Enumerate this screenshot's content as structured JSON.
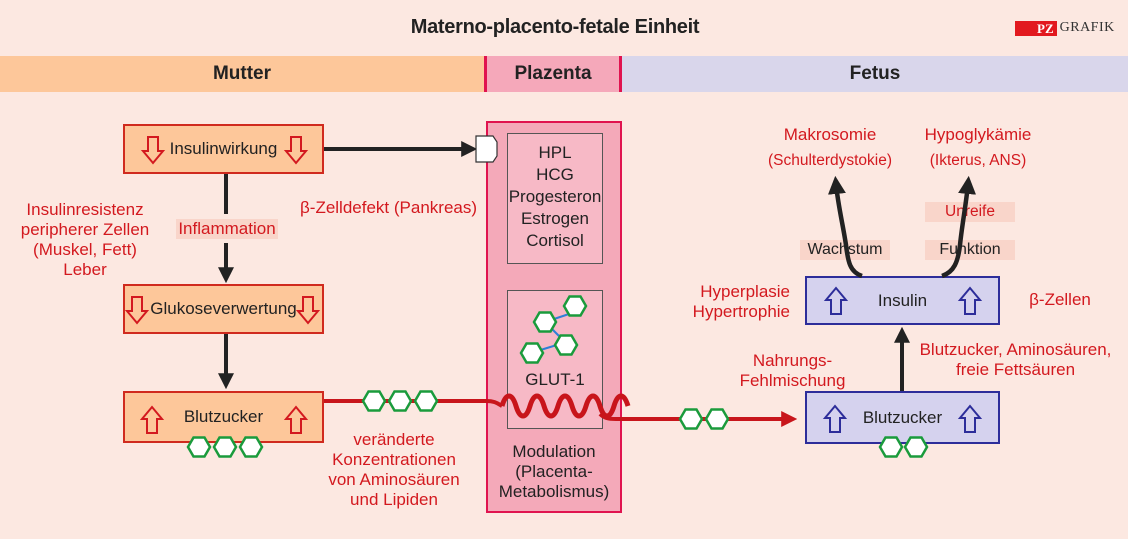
{
  "title": "Materno-placento-fetale Einheit",
  "logo": {
    "mark": "PZ",
    "text": "GRAFIK"
  },
  "columns": {
    "mother": "Mutter",
    "placenta": "Plazenta",
    "fetus": "Fetus"
  },
  "mother": {
    "insulin_action": "Insulinwirkung",
    "glucose_utilization": "Glukoseverwertung",
    "blood_sugar": "Blutzucker",
    "insulin_resistance": [
      "Insulinresistenz",
      "peripherer Zellen",
      "(Muskel, Fett)",
      "Leber"
    ],
    "inflammation": "Inflammation",
    "beta_cell_defect": "β-Zelldefekt",
    "beta_cell_defect_note": "(Pankreas)",
    "altered_concentrations": [
      "veränderte",
      "Konzentrationen",
      "von Aminosäuren",
      "und Lipiden"
    ]
  },
  "placenta": {
    "hormones": [
      "HPL",
      "HCG",
      "Progesteron",
      "Estrogen",
      "Cortisol"
    ],
    "transporter": "GLUT-1",
    "modulation": [
      "Modulation",
      "(Placenta-",
      "Metabolismus)"
    ]
  },
  "fetus": {
    "macrosomia": "Makrosomie",
    "macrosomia_note": "(Schulterdystokie)",
    "hypoglycemia": "Hypoglykämie",
    "hypoglycemia_note": "(Ikterus, ANS)",
    "immaturity": "Unreife",
    "growth": "Wachstum",
    "function": "Funktion",
    "insulin": "Insulin",
    "hyperplasia": [
      "Hyperplasie",
      "Hypertrophie"
    ],
    "beta_cells": "β-Zellen",
    "malnutrition": "Nahrungs-Fehlmischung",
    "nutrients": [
      "Blutzucker, Aminosäuren,",
      "freie Fettsäuren"
    ],
    "blood_sugar": "Blutzucker"
  },
  "colors": {
    "mother": "#fdc79a",
    "placenta": "#f4a9b9",
    "fetus": "#d5d2ee",
    "accent_red": "#d3191f",
    "molecule_green": "#1a9b3c"
  }
}
